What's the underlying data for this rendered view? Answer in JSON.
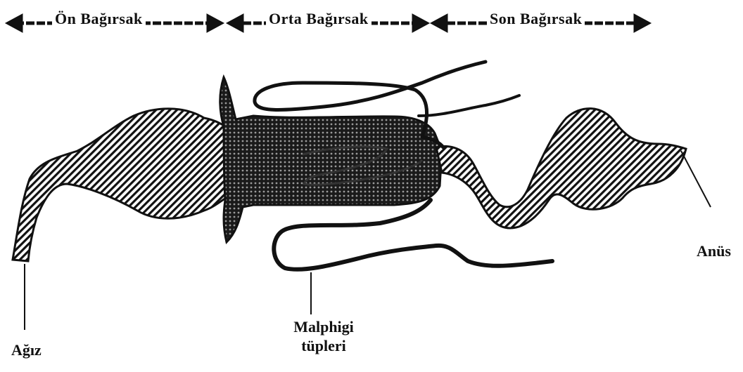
{
  "regions": {
    "foregut": "Ön Bağırsak",
    "midgut": "Orta Bağırsak",
    "hindgut": "Son Bağırsak"
  },
  "labels": {
    "mouth": "Ağız",
    "malpighi_line1": "Malphigi",
    "malpighi_line2": "tüpleri",
    "anus": "Anüs"
  },
  "parts": {
    "foregut": "foregut-hatched",
    "midgut": "midgut-dotted",
    "hindgut": "hindgut-hatched",
    "tubules": "malpighian-tubules"
  }
}
